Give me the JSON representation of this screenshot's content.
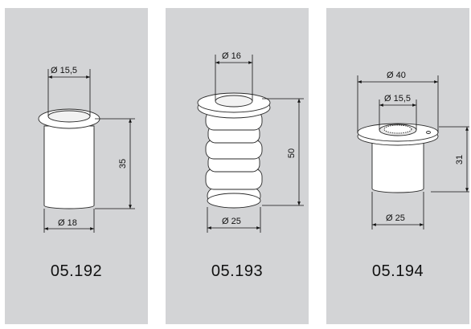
{
  "panels": [
    {
      "code": "05.192",
      "dims": {
        "top_diameter": "Ø 15,5",
        "bottom_diameter": "Ø 18",
        "height": "35"
      }
    },
    {
      "code": "05.193",
      "dims": {
        "top_diameter": "Ø 16",
        "bottom_diameter": "Ø 25",
        "height": "50"
      }
    },
    {
      "code": "05.194",
      "dims": {
        "flange_diameter": "Ø 40",
        "top_diameter": "Ø 15,5",
        "bottom_diameter": "Ø 25",
        "height": "31"
      }
    }
  ],
  "colors": {
    "panel_background": "#d3d4d6",
    "part_fill": "#ffffff",
    "line": "#111111"
  }
}
